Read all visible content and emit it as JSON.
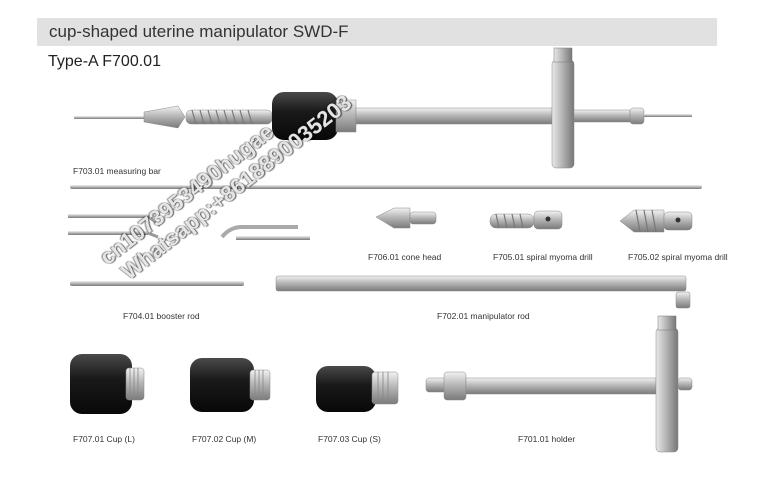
{
  "header": {
    "title": "cup-shaped uterine manipulator SWD-F",
    "type_label": "Type-A  F700.01"
  },
  "captions": {
    "measuring_bar": "F703.01 measuring bar",
    "cone_head": "F706.01 cone head",
    "spiral_drill_1": "F705.01 spiral myoma drill",
    "spiral_drill_2": "F705.02 spiral myoma drill",
    "booster_rod": "F704.01 booster rod",
    "manipulator_rod": "F702.01 manipulator rod",
    "cup_l": "F707.01 Cup (L)",
    "cup_m": "F707.02 Cup (M)",
    "cup_s": "F707.03 Cup (S)",
    "holder": "F701.01 holder"
  },
  "watermark": {
    "line1": "cn1073953490hugae",
    "line2": "Whatsapp:+8618890035203"
  },
  "colors": {
    "header_bg": "#e1e1e1",
    "steel": "#b9b9b9",
    "cup_black": "#1c1c1c"
  }
}
